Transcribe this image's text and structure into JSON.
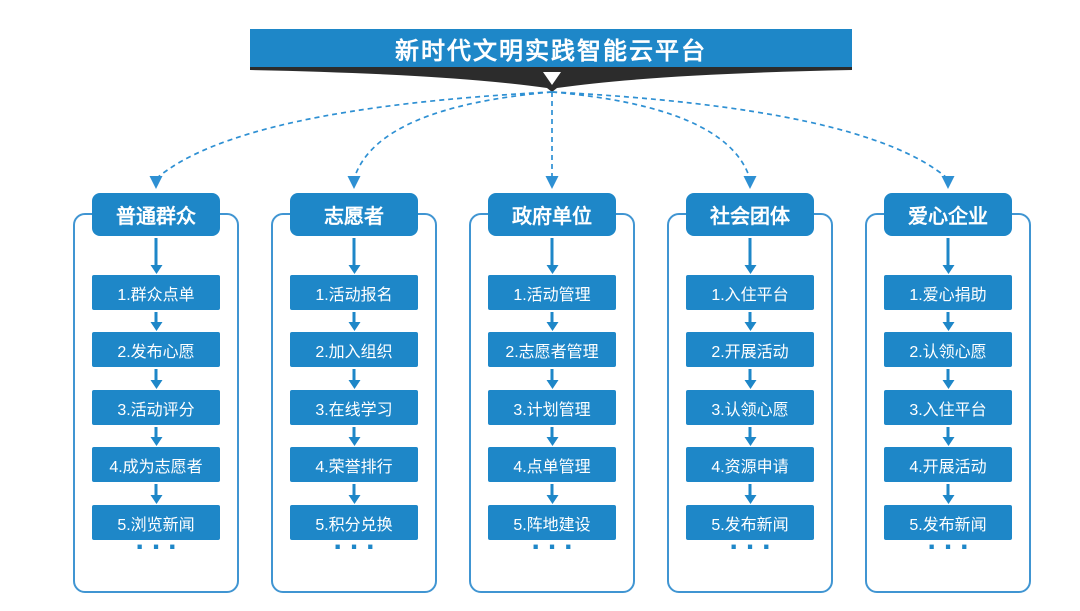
{
  "title": "新时代文明实践智能云平台",
  "colors": {
    "primary_blue": "#1e87c8",
    "outline_blue": "#4095d2",
    "dashed_blue": "#2e90d3",
    "funnel_dark": "#2c2c2c",
    "text_on_blue": "#ffffff"
  },
  "columns": [
    {
      "header": "普通群众",
      "items": [
        "1.群众点单",
        "2.发布心愿",
        "3.活动评分",
        "4.成为志愿者",
        "5.浏览新闻"
      ],
      "more": "..."
    },
    {
      "header": "志愿者",
      "items": [
        "1.活动报名",
        "2.加入组织",
        "3.在线学习",
        "4.荣誉排行",
        "5.积分兑换"
      ],
      "more": "..."
    },
    {
      "header": "政府单位",
      "items": [
        "1.活动管理",
        "2.志愿者管理",
        "3.计划管理",
        "4.点单管理",
        "5.阵地建设"
      ],
      "more": "..."
    },
    {
      "header": "社会团体",
      "items": [
        "1.入住平台",
        "2.开展活动",
        "3.认领心愿",
        "4.资源申请",
        "5.发布新闻"
      ],
      "more": "..."
    },
    {
      "header": "爱心企业",
      "items": [
        "1.爱心捐助",
        "2.认领心愿",
        "3.入住平台",
        "4.开展活动",
        "5.发布新闻"
      ],
      "more": "..."
    }
  ]
}
